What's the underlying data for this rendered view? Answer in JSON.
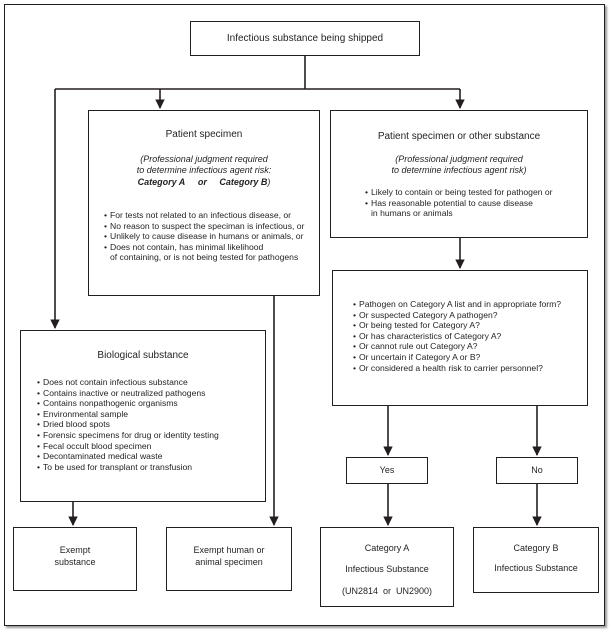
{
  "root": {
    "label": "Infectious substance being shipped"
  },
  "patient_specimen": {
    "title": "Patient specimen",
    "note_line1": "(Professional judgment required",
    "note_line2": "to determine infectious agent risk:",
    "cat_a": "Category A",
    "or_word": "or",
    "cat_b": "Category B",
    "close_paren": ")",
    "bullets": [
      "For tests not related to an infectious disease, or",
      "No reason to suspect the speciman is infectious, or",
      "Unlikely to cause disease in humans or animals, or",
      "Does not contain, has minimal likelihood",
      "of containing, or is not being tested for pathogens"
    ]
  },
  "other_substance": {
    "title": "Patient specimen or other substance",
    "note_line1": "(Professional judgment required",
    "note_line2": "to determine infectious agent risk)",
    "bullets": [
      "Likely to contain or being tested for pathogen or",
      "Has reasonable potential to cause disease",
      "in humans or animals"
    ]
  },
  "category_a_questions": {
    "bullets": [
      "Pathogen on Category A list and in appropriate form?",
      "Or suspected Category A pathogen?",
      "Or being tested for Category A?",
      "Or has characteristics of Category A?",
      "Or cannot rule out Category A?",
      "Or uncertain if Category A or B?",
      "Or considered a health risk to carrier personnel?"
    ]
  },
  "biological_substance": {
    "title": "Biological substance",
    "bullets": [
      "Does not contain infectious substance",
      "Contains inactive or neutralized pathogens",
      "Contains nonpathogenic organisms",
      "Environmental sample",
      "Dried blood spots",
      "Forensic specimens for drug or identity testing",
      "Fecal occult blood specimen",
      "Decontaminated medical waste",
      "To be used for transplant or transfusion"
    ]
  },
  "yes_box": {
    "label": "Yes"
  },
  "no_box": {
    "label": "No"
  },
  "exempt_substance": {
    "line1": "Exempt",
    "line2": "substance"
  },
  "exempt_specimen": {
    "line1": "Exempt human or",
    "line2": "animal specimen"
  },
  "category_a_result": {
    "line1": "Category A",
    "line2": "Infectious Substance",
    "line3": "(UN2814  or  UN2900)"
  },
  "category_b_result": {
    "line1": "Category B",
    "line2": "Infectious Substance"
  },
  "bullet_char": "•"
}
